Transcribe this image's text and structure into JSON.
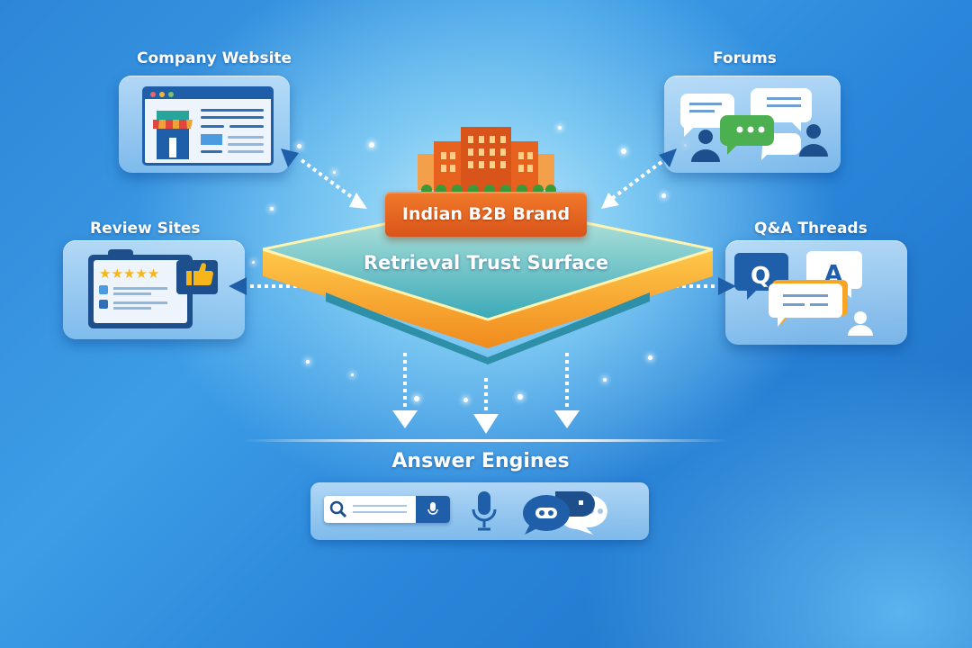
{
  "diagram": {
    "center": {
      "brand_label": "Indian B2B Brand",
      "surface_label": "Retrieval Trust Surface"
    },
    "sources": [
      {
        "label": "Company Website",
        "icon": "storefront-browser-icon",
        "arrow": "bidirectional"
      },
      {
        "label": "Forums",
        "icon": "discussion-bubbles-icon",
        "arrow": "bidirectional"
      },
      {
        "label": "Review Sites",
        "icon": "clipboard-stars-thumbs-up-icon",
        "arrow": "outgoing"
      },
      {
        "label": "Q&A Threads",
        "icon": "qa-bubbles-icon",
        "arrow": "outgoing"
      }
    ],
    "output": {
      "label": "Answer Engines",
      "icons": [
        "search-bar-icon",
        "microphone-icon",
        "chatbot-bubbles-icon"
      ],
      "arrow_count": 3
    },
    "colors": {
      "background": "#2a86da",
      "brand_orange": "#e8621f",
      "navy": "#1f5ea8",
      "surface_teal": "#3aa9b8",
      "star_yellow": "#f6b619",
      "chat_green": "#4caf50"
    }
  }
}
